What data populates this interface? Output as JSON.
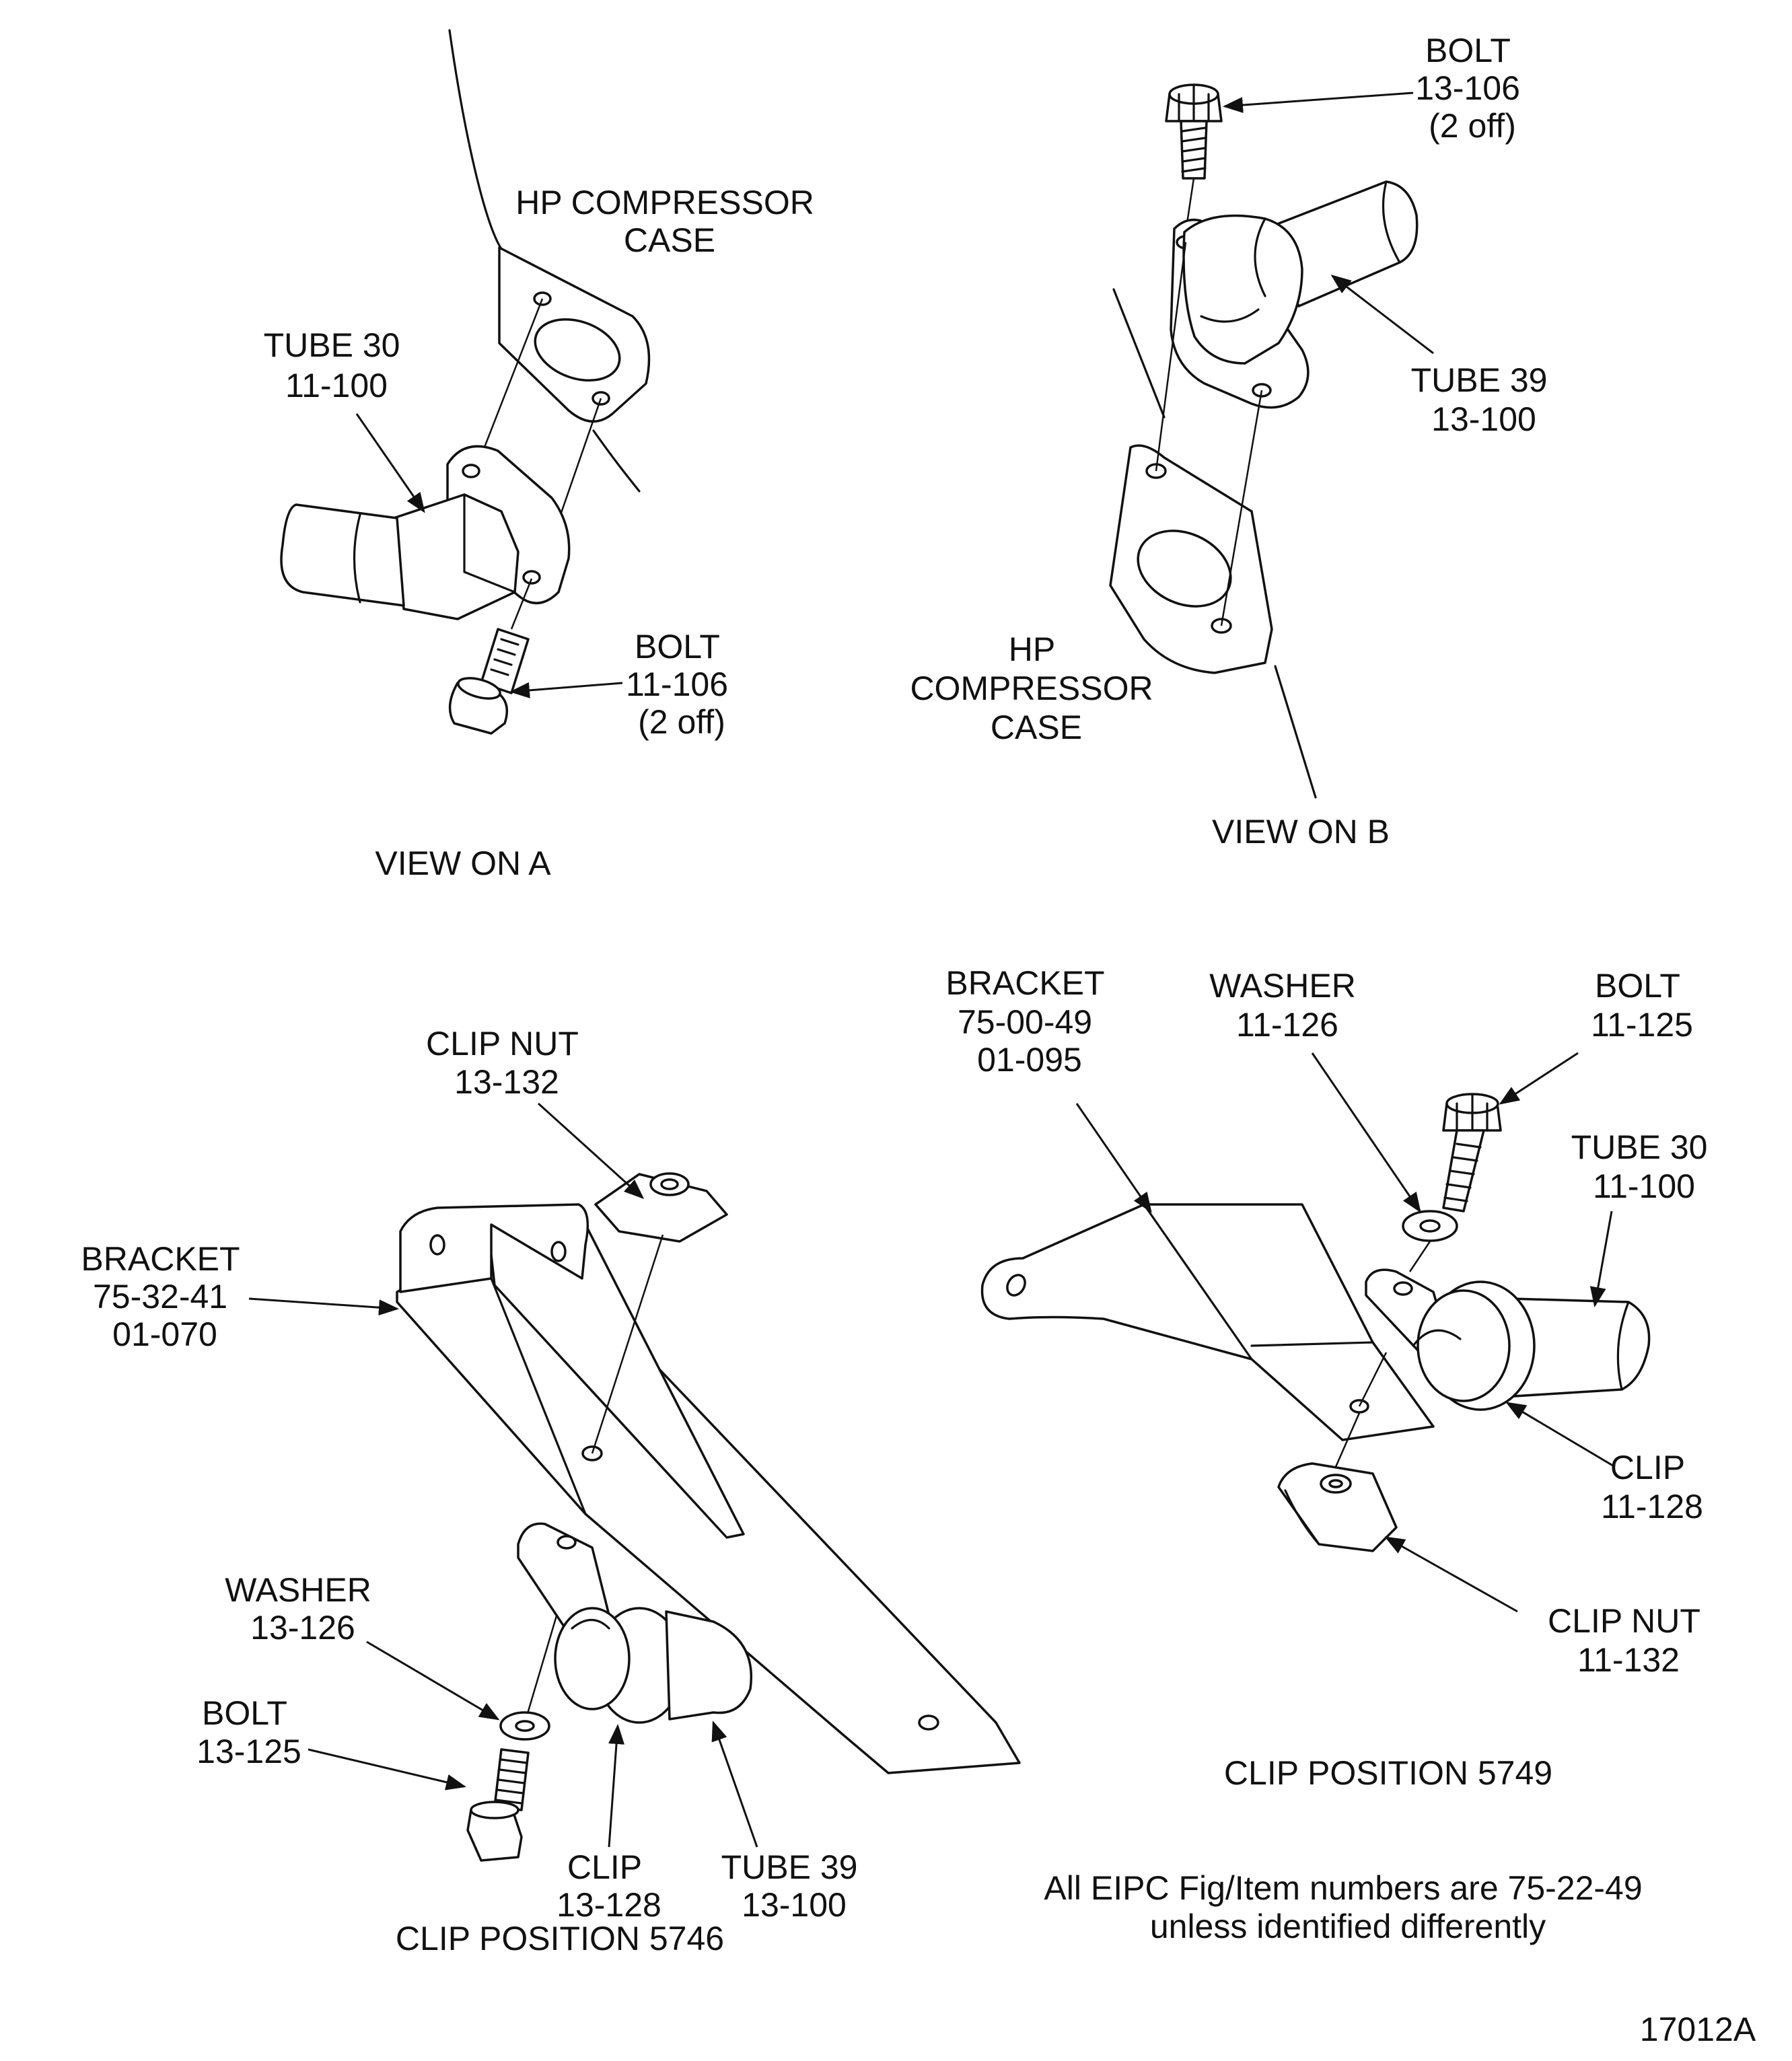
{
  "figure_id": "17012A",
  "note": {
    "line1": "All EIPC Fig/Item numbers are 75-22-49",
    "line2": "unless identified differently"
  },
  "view_a": {
    "caption": "VIEW ON A",
    "case_label": [
      "HP COMPRESSOR",
      "CASE"
    ],
    "tube_label": [
      "TUBE 30",
      "11-100"
    ],
    "bolt_label": [
      "BOLT",
      "11-106",
      "(2 off)"
    ]
  },
  "view_b": {
    "caption": "VIEW ON B",
    "case_label": [
      "HP",
      "COMPRESSOR",
      "CASE"
    ],
    "tube_label": [
      "TUBE 39",
      "13-100"
    ],
    "bolt_label": [
      "BOLT",
      "13-106",
      "(2 off)"
    ]
  },
  "clip_5746": {
    "caption": "CLIP POSITION 5746",
    "clip_nut_label": [
      "CLIP NUT",
      "13-132"
    ],
    "bracket_label": [
      "BRACKET",
      "75-32-41",
      "01-070"
    ],
    "washer_label": [
      "WASHER",
      "13-126"
    ],
    "bolt_label": [
      "BOLT",
      "13-125"
    ],
    "clip_label": [
      "CLIP",
      "13-128"
    ],
    "tube_label": [
      "TUBE 39",
      "13-100"
    ]
  },
  "clip_5749": {
    "caption": "CLIP POSITION 5749",
    "bracket_label": [
      "BRACKET",
      "75-00-49",
      "01-095"
    ],
    "washer_label": [
      "WASHER",
      "11-126"
    ],
    "bolt_label": [
      "BOLT",
      "11-125"
    ],
    "tube_label": [
      "TUBE 30",
      "11-100"
    ],
    "clip_label": [
      "CLIP",
      "11-128"
    ],
    "clip_nut_label": [
      "CLIP NUT",
      "11-132"
    ]
  }
}
